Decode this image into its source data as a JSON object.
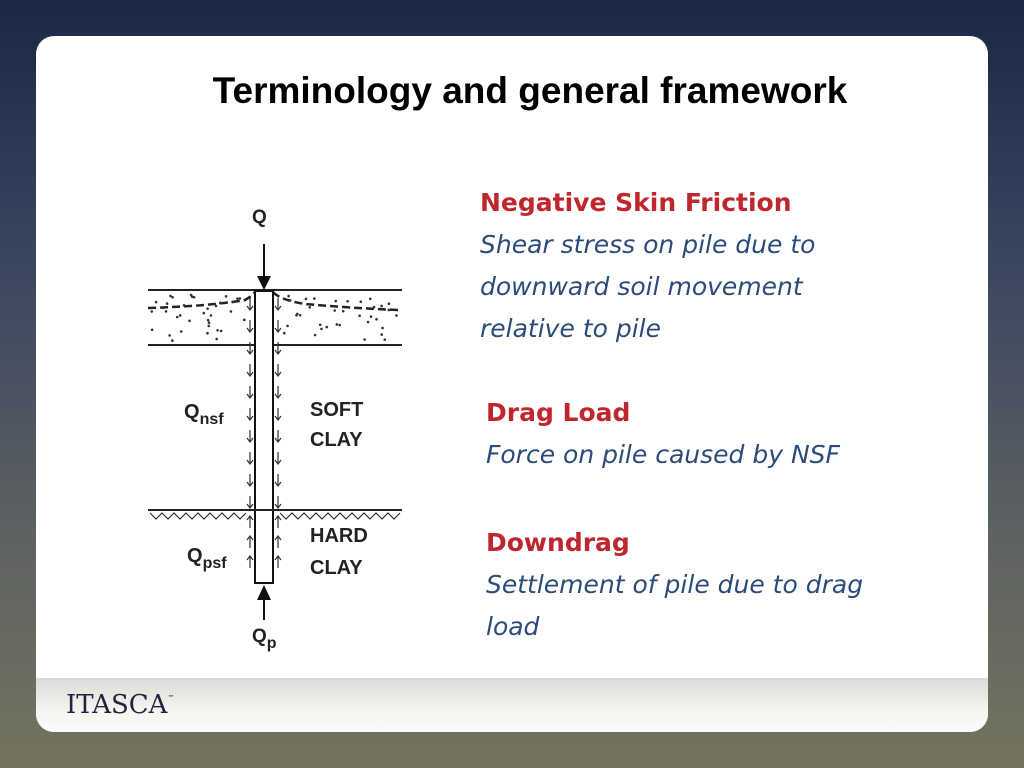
{
  "slide": {
    "title": "Terminology and general framework"
  },
  "diagram": {
    "load_top": "Q",
    "q_nsf": "Q",
    "q_nsf_sub": "nsf",
    "q_psf": "Q",
    "q_psf_sub": "psf",
    "q_p": "Q",
    "q_p_sub": "p",
    "soft_clay": [
      "SOFT",
      "CLAY"
    ],
    "hard_clay": [
      "HARD",
      "CLAY"
    ]
  },
  "definitions": [
    {
      "term": "Negative Skin Friction",
      "lines": [
        "Shear stress on pile due to",
        "downward soil movement",
        "relative to pile"
      ]
    },
    {
      "term": "Drag Load",
      "lines": [
        "Force on pile caused by NSF"
      ]
    },
    {
      "term": "Downdrag",
      "lines": [
        "Settlement of pile due to drag",
        "load"
      ]
    }
  ],
  "footer": {
    "logo": "ITASCA",
    "trademark": "™"
  },
  "colors": {
    "term": "#c0262d",
    "body": "#2c4b78"
  }
}
